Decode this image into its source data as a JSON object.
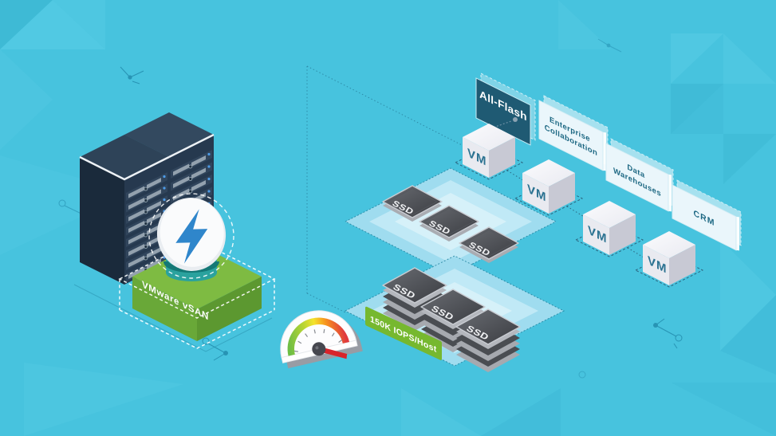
{
  "scene": {
    "title": "VMware vSAN all-flash illustration",
    "labels": {
      "all_flash": "All-Flash",
      "vmware_vsan": "VMware vSAN",
      "iops": "150K IOPS/Host",
      "vm": "VM",
      "ssd": "SSD"
    },
    "panels": [
      {
        "line1": "Enterprise",
        "line2": "Collaboration"
      },
      {
        "line1": "Data",
        "line2": "Warehouses"
      },
      {
        "line1": "CRM",
        "line2": ""
      }
    ],
    "icons": {
      "badge": "lightning-bolt-icon",
      "meter": "speedometer-icon",
      "storage": "database-cylinder-icon",
      "servers": "server-rack-icon",
      "compute": "vm-cube-icon",
      "flash": "ssd-chip-icon"
    },
    "colors": {
      "background": "#47C3DE",
      "rack_navy": "#24374E",
      "banner_dark_teal": "#1F5A73",
      "panel_light": "#EAF6FB",
      "panel_text": "#1D6883",
      "platform_green": "#76B82F",
      "platform_teal": "#A7DFF0",
      "ssd_dark": "#46484E",
      "silver": "#A9ACB2",
      "bolt_blue": "#2F86CB",
      "cylinder_teal": "#2AA29E",
      "gauge_red": "#D8232A",
      "gauge_green": "#6EBE45",
      "vm_text": "#2B7291",
      "white": "#FFFFFF"
    }
  }
}
